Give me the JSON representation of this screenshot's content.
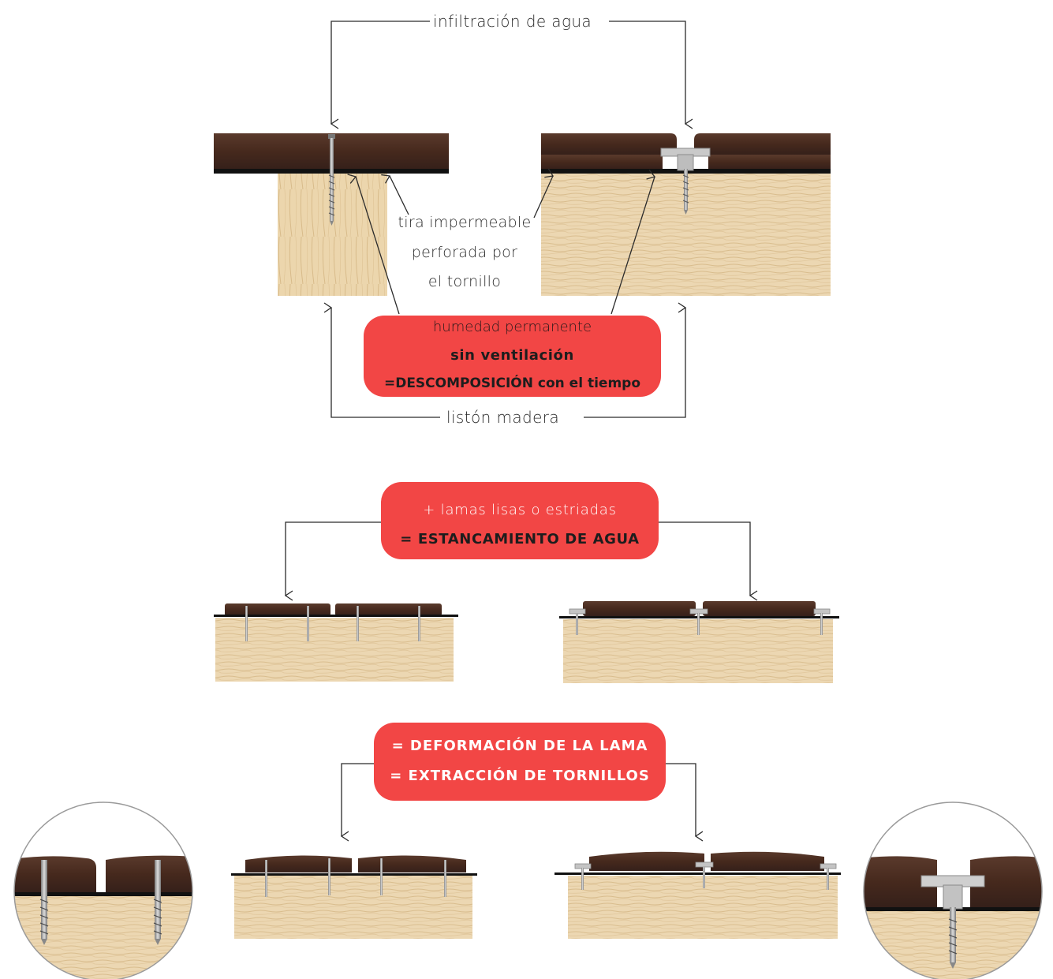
{
  "labels": {
    "water_infiltration": "infiltración de agua",
    "waterproof_strip": [
      "tira impermeable",
      "perforada por",
      "el tornillo"
    ],
    "wood_batten": "listón madera"
  },
  "pill_humidity": {
    "line1": "humedad permanente",
    "line2": "sin ventilación",
    "line3": "=DESCOMPOSICIÓN con el tiempo"
  },
  "pill_stagnation": {
    "line1": "+ lamas lisas o estriadas",
    "line2": "= ESTANCAMIENTO DE AGUA"
  },
  "pill_deformation": {
    "line1": "= DEFORMACIÓN DE LA LAMA",
    "line2": "= EXTRACCIÓN DE TORNILLOS"
  },
  "colors": {
    "accent_red": "#f24645",
    "deck_brown": "#4a2e22",
    "batten_wood": "#e7d1a8",
    "membrane": "#111111",
    "line": "#2b2b2b"
  }
}
